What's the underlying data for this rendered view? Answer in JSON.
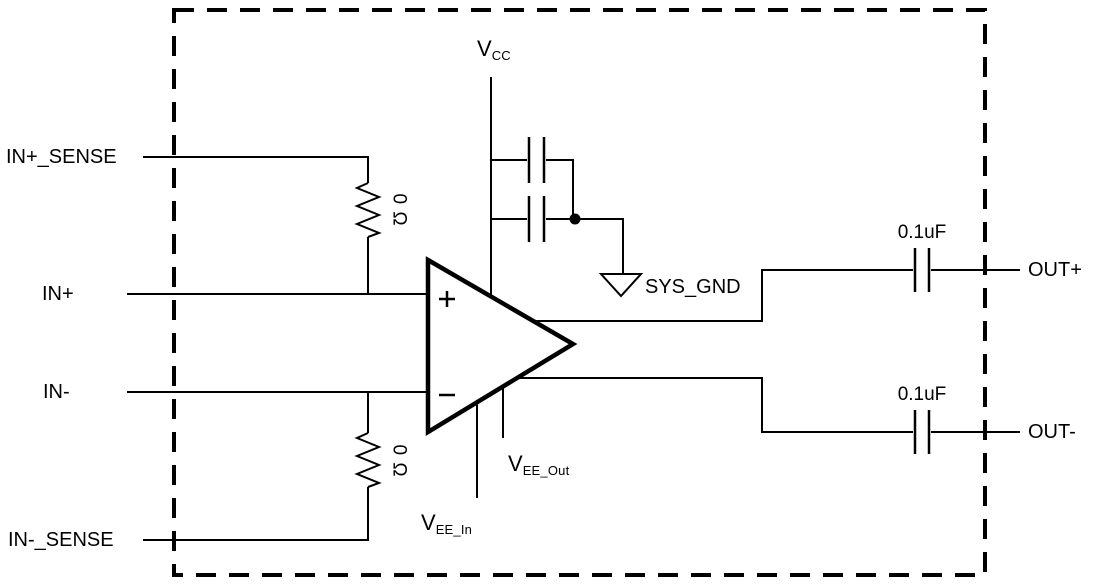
{
  "schematic": {
    "pins": {
      "in_plus_sense": "IN+_SENSE",
      "in_plus": "IN+",
      "in_minus": "IN-",
      "in_minus_sense": "IN-_SENSE",
      "out_plus": "OUT+",
      "out_minus": "OUT-"
    },
    "power": {
      "vcc": {
        "main": "V",
        "sub": "CC"
      },
      "vee_out": {
        "main": "V",
        "sub": "EE_Out"
      },
      "vee_in": {
        "main": "V",
        "sub": "EE_In"
      },
      "sys_gnd": "SYS_GND"
    },
    "components": {
      "resistor_top": "0 Ω",
      "resistor_bottom": "0 Ω",
      "cap_out_plus": "0.1uF",
      "cap_out_minus": "0.1uF"
    },
    "opamp": {
      "plus_sign": "+",
      "minus_sign": "−"
    },
    "colors": {
      "line": "#000000",
      "background": "#ffffff"
    }
  }
}
